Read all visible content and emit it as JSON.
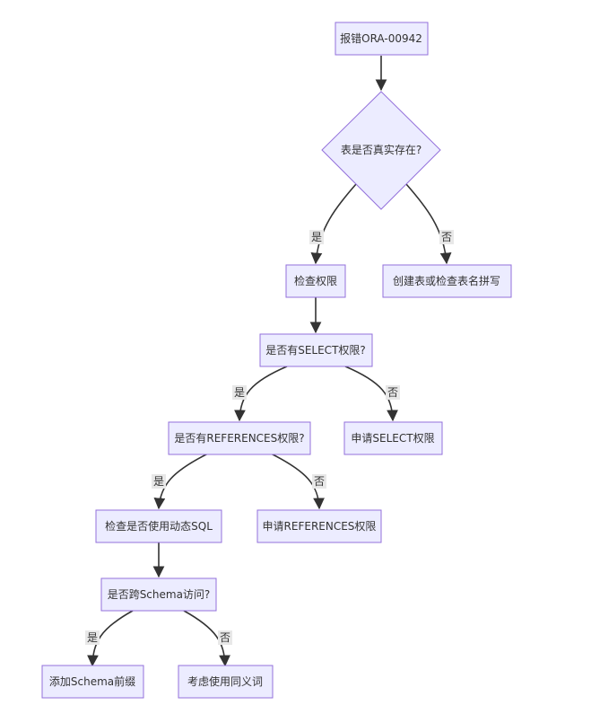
{
  "nodes": {
    "error": "报错ORA-00942",
    "table_exists": "表是否真实存在?",
    "check_perm": "检查权限",
    "create_table": "创建表或检查表名拼写",
    "has_select": "是否有SELECT权限?",
    "has_references": "是否有REFERENCES权限?",
    "request_select": "申请SELECT权限",
    "check_dynamic_sql": "检查是否使用动态SQL",
    "request_references": "申请REFERENCES权限",
    "cross_schema": "是否跨Schema访问?",
    "add_prefix": "添加Schema前缀",
    "use_synonym": "考虑使用同义词"
  },
  "edge_labels": {
    "exists_yes": "是",
    "exists_no": "否",
    "select_yes": "是",
    "select_no": "否",
    "references_yes": "是",
    "references_no": "否",
    "schema_yes": "是",
    "schema_no": "否"
  }
}
